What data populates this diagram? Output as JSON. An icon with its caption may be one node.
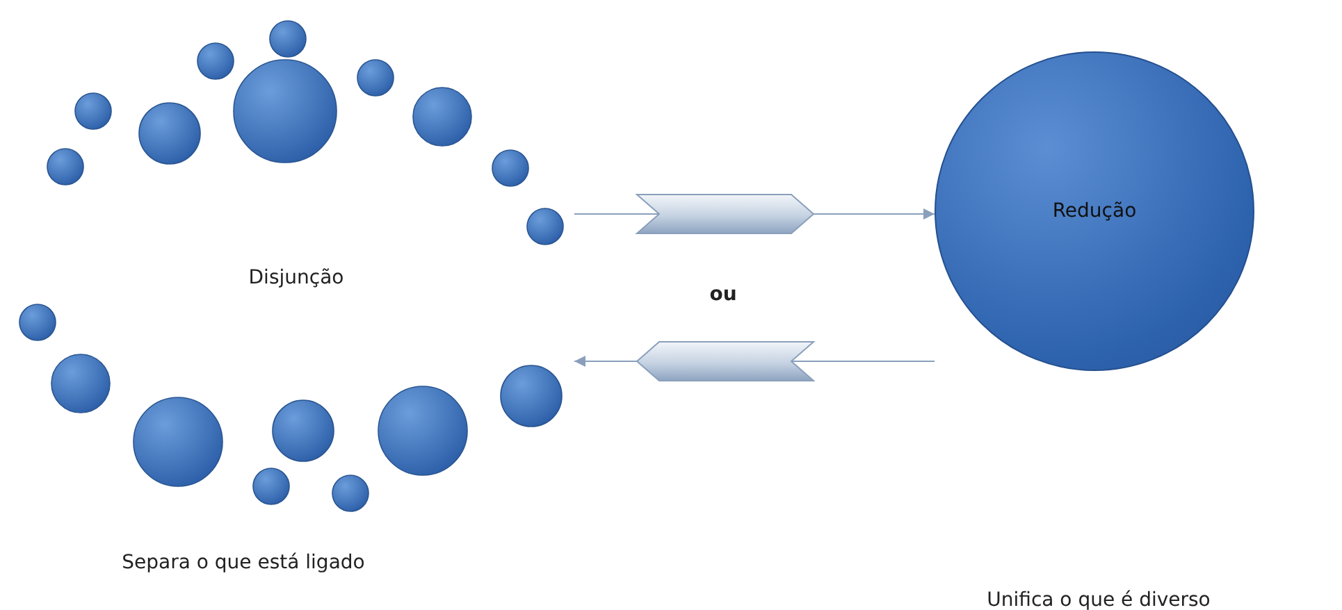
{
  "diagram": {
    "nodes": [
      {
        "text": [
          "Disjunção"
        ],
        "beside": [
          "Separa o que está ligado"
        ]
      },
      {
        "text": [
          "Redução"
        ]
      }
    ],
    "edges": [
      {
        "from": 0,
        "to": 1,
        "arrow": "to"
      },
      {
        "from": 1,
        "to": 0,
        "arrow": "to"
      }
    ],
    "labels": [
      "ou",
      "Unifica o que é diverso"
    ]
  }
}
